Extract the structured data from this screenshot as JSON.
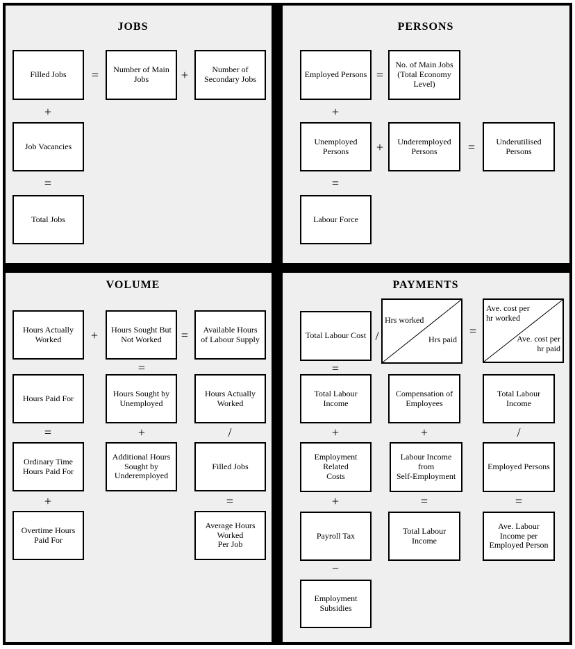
{
  "colors": {
    "background": "#efefef",
    "box_fill": "#ffffff",
    "line": "#000000",
    "page_margin": "#ffffff"
  },
  "ops": {
    "eq": "=",
    "plus": "+",
    "div": "/",
    "minus": "−"
  },
  "quadrants": {
    "jobs": {
      "title": "JOBS",
      "boxes": [
        "Filled Jobs",
        "Number of Main\nJobs",
        "Number of\nSecondary Jobs",
        "Job Vacancies",
        "Total Jobs"
      ]
    },
    "persons": {
      "title": "PERSONS",
      "boxes": [
        "Employed Persons",
        "No. of Main Jobs\n(Total Economy\nLevel)",
        "Unemployed\nPersons",
        "Underemployed\nPersons",
        "Underutilised\nPersons",
        "Labour Force"
      ]
    },
    "volume": {
      "title": "VOLUME",
      "boxes": [
        "Hours Actually\nWorked",
        "Hours Sought But\nNot Worked",
        "Available Hours\nof Labour Supply",
        "Hours Paid For",
        "Hours Sought by\nUnemployed",
        "Hours Actually\nWorked",
        "Ordinary Time\nHours Paid For",
        "Additional Hours\nSought by\nUnderemployed",
        "Filled Jobs",
        "Overtime Hours\nPaid For",
        "Average Hours\nWorked\nPer Job"
      ]
    },
    "payments": {
      "title": "PAYMENTS",
      "boxes": [
        "Total Labour Cost",
        "Total Labour\nIncome",
        "Compensation of\nEmployees",
        "Total Labour\nIncome",
        "Employment\nRelated\nCosts",
        "Labour Income\nfrom\nSelf-Employment",
        "Employed Persons",
        "Payroll Tax",
        "Total Labour\nIncome",
        "Ave. Labour\nIncome per\nEmployed Person",
        "Employment\nSubsidies"
      ],
      "ratio_hours": {
        "numerator": "Hrs worked",
        "denominator": "Hrs paid"
      },
      "ratio_cost": {
        "numerator": "Ave. cost per\nhr worked",
        "denominator": "Ave. cost per\nhr paid"
      }
    }
  }
}
